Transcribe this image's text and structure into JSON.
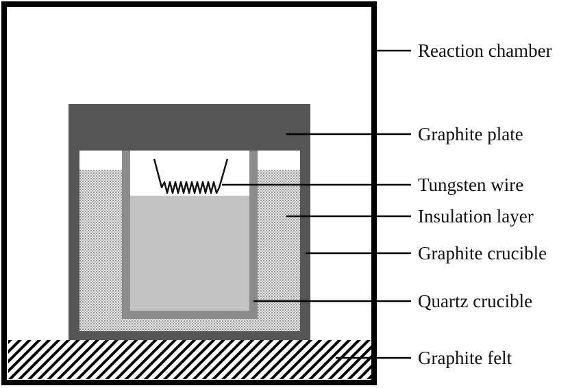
{
  "diagram": {
    "labels": {
      "reaction_chamber": "Reaction chamber",
      "graphite_plate": "Graphite plate",
      "tungsten_wire": "Tungsten wire",
      "insulation_layer": "Insulation layer",
      "graphite_crucible": "Graphite crucible",
      "quartz_crucible": "Quartz crucible",
      "graphite_felt": "Graphite felt"
    },
    "colors": {
      "chamber_wall": "#000000",
      "graphite": "#555555",
      "quartz": "#8c8c8c",
      "melt": "#c3c3c3",
      "insulation": "#d6d6d6",
      "felt_hatch": "#000000"
    }
  }
}
